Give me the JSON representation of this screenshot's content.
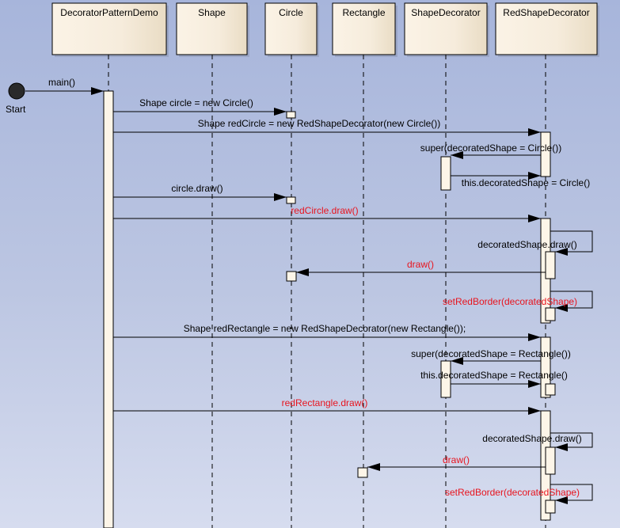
{
  "diagram": {
    "type": "uml-sequence",
    "start": {
      "label": "Start"
    },
    "lifelines": [
      {
        "id": "demo",
        "label": "DecoratorPatternDemo"
      },
      {
        "id": "shape",
        "label": "Shape"
      },
      {
        "id": "circle",
        "label": "Circle"
      },
      {
        "id": "rect",
        "label": "Rectangle"
      },
      {
        "id": "sdec",
        "label": "ShapeDecorator"
      },
      {
        "id": "rsd",
        "label": "RedShapeDecorator"
      }
    ],
    "messages": [
      {
        "label": "main()",
        "from": "start",
        "to": "demo",
        "color": "#000000"
      },
      {
        "label": "Shape circle = new Circle()",
        "from": "demo",
        "to": "circle",
        "color": "#000000"
      },
      {
        "label": "Shape redCircle = new RedShapeDecorator(new Circle())",
        "from": "demo",
        "to": "rsd",
        "color": "#000000"
      },
      {
        "label": "super(decoratedShape = Circle())",
        "from": "rsd",
        "to": "sdec",
        "color": "#000000"
      },
      {
        "label": "this.decoratedShape = Circle()",
        "from": "sdec",
        "to": "rsd",
        "color": "#000000"
      },
      {
        "label": "circle.draw()",
        "from": "demo",
        "to": "circle",
        "color": "#000000"
      },
      {
        "label": "redCircle.draw()",
        "from": "demo",
        "to": "rsd",
        "color": "#e8141e"
      },
      {
        "label": "decoratedShape.draw()",
        "from": "rsd",
        "to": "rsd",
        "color": "#000000"
      },
      {
        "label": "draw()",
        "from": "rsd",
        "to": "circle",
        "color": "#e8141e"
      },
      {
        "label": "setRedBorder(decoratedShape)",
        "from": "rsd",
        "to": "rsd",
        "color": "#e8141e"
      },
      {
        "label": "Shape redRectangle = new RedShapeDecorator(new Rectangle());",
        "from": "demo",
        "to": "rsd",
        "color": "#000000"
      },
      {
        "label": "super(decoratedShape = Rectangle())",
        "from": "rsd",
        "to": "sdec",
        "color": "#000000"
      },
      {
        "label": "this.decoratedShape = Rectangle()",
        "from": "sdec",
        "to": "rsd",
        "color": "#000000"
      },
      {
        "label": "redRectangle.draw()",
        "from": "demo",
        "to": "rsd",
        "color": "#e8141e"
      },
      {
        "label": "decoratedShape.draw()",
        "from": "rsd",
        "to": "rsd",
        "color": "#000000"
      },
      {
        "label": "draw()",
        "from": "rsd",
        "to": "rect",
        "color": "#e8141e"
      },
      {
        "label": "setRedBorder(decoratedShape)",
        "from": "rsd",
        "to": "rsd",
        "color": "#e8141e"
      }
    ]
  }
}
